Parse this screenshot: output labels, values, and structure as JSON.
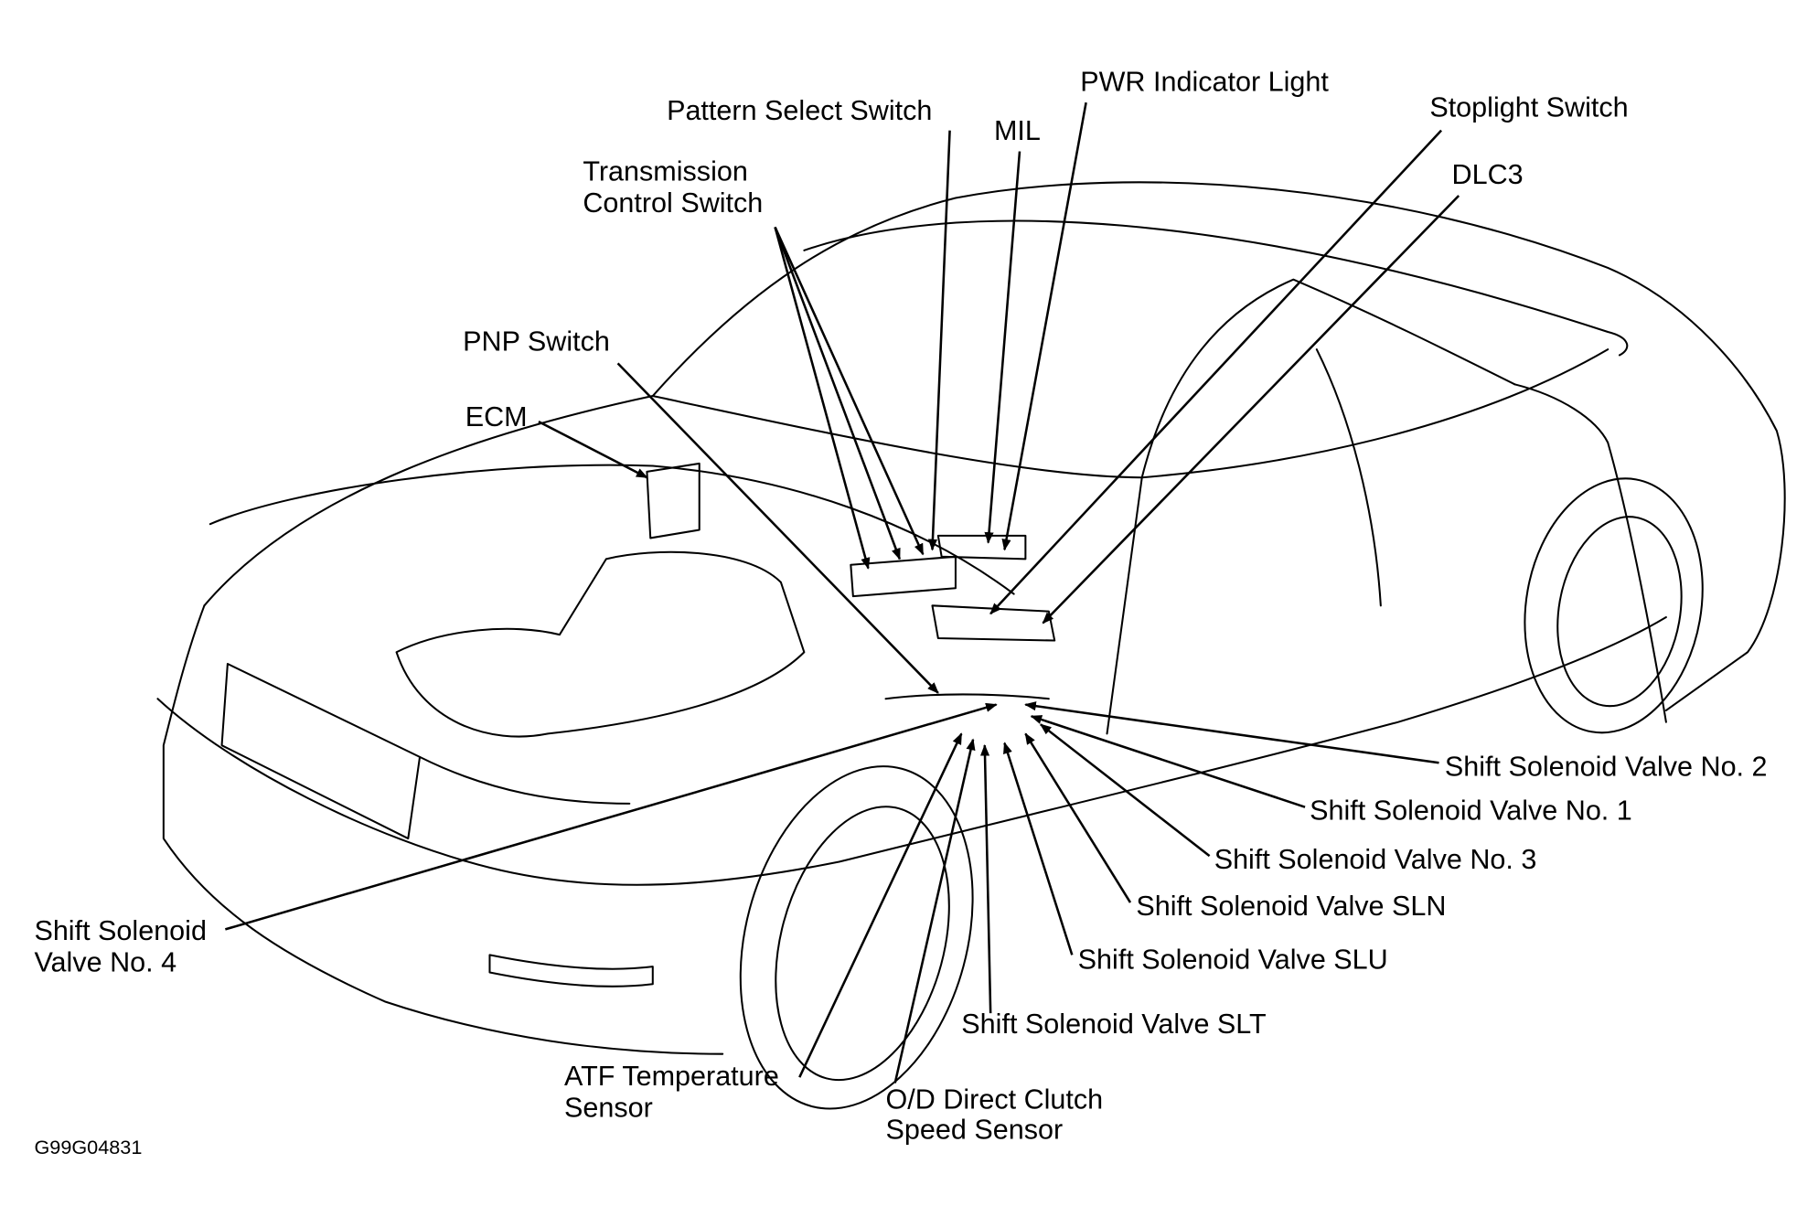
{
  "labels": {
    "pattern_select_switch": "Pattern Select Switch",
    "mil": "MIL",
    "pwr_indicator_light": "PWR Indicator Light",
    "stoplight_switch": "Stoplight Switch",
    "dlc3": "DLC3",
    "transmission_control_switch_1": "Transmission",
    "transmission_control_switch_2": "Control Switch",
    "pnp_switch": "PNP Switch",
    "ecm": "ECM",
    "ssv_no2": "Shift Solenoid Valve No. 2",
    "ssv_no1": "Shift Solenoid Valve No. 1",
    "ssv_no3": "Shift Solenoid Valve No. 3",
    "ssv_sln": "Shift Solenoid Valve SLN",
    "ssv_slu": "Shift Solenoid Valve SLU",
    "ssv_slt": "Shift Solenoid Valve SLT",
    "ssv_no4_1": "Shift Solenoid",
    "ssv_no4_2": "Valve No. 4",
    "atf_1": "ATF Temperature",
    "atf_2": "Sensor",
    "od_1": "O/D Direct Clutch",
    "od_2": "Speed Sensor"
  },
  "figure_code": "G99G04831"
}
